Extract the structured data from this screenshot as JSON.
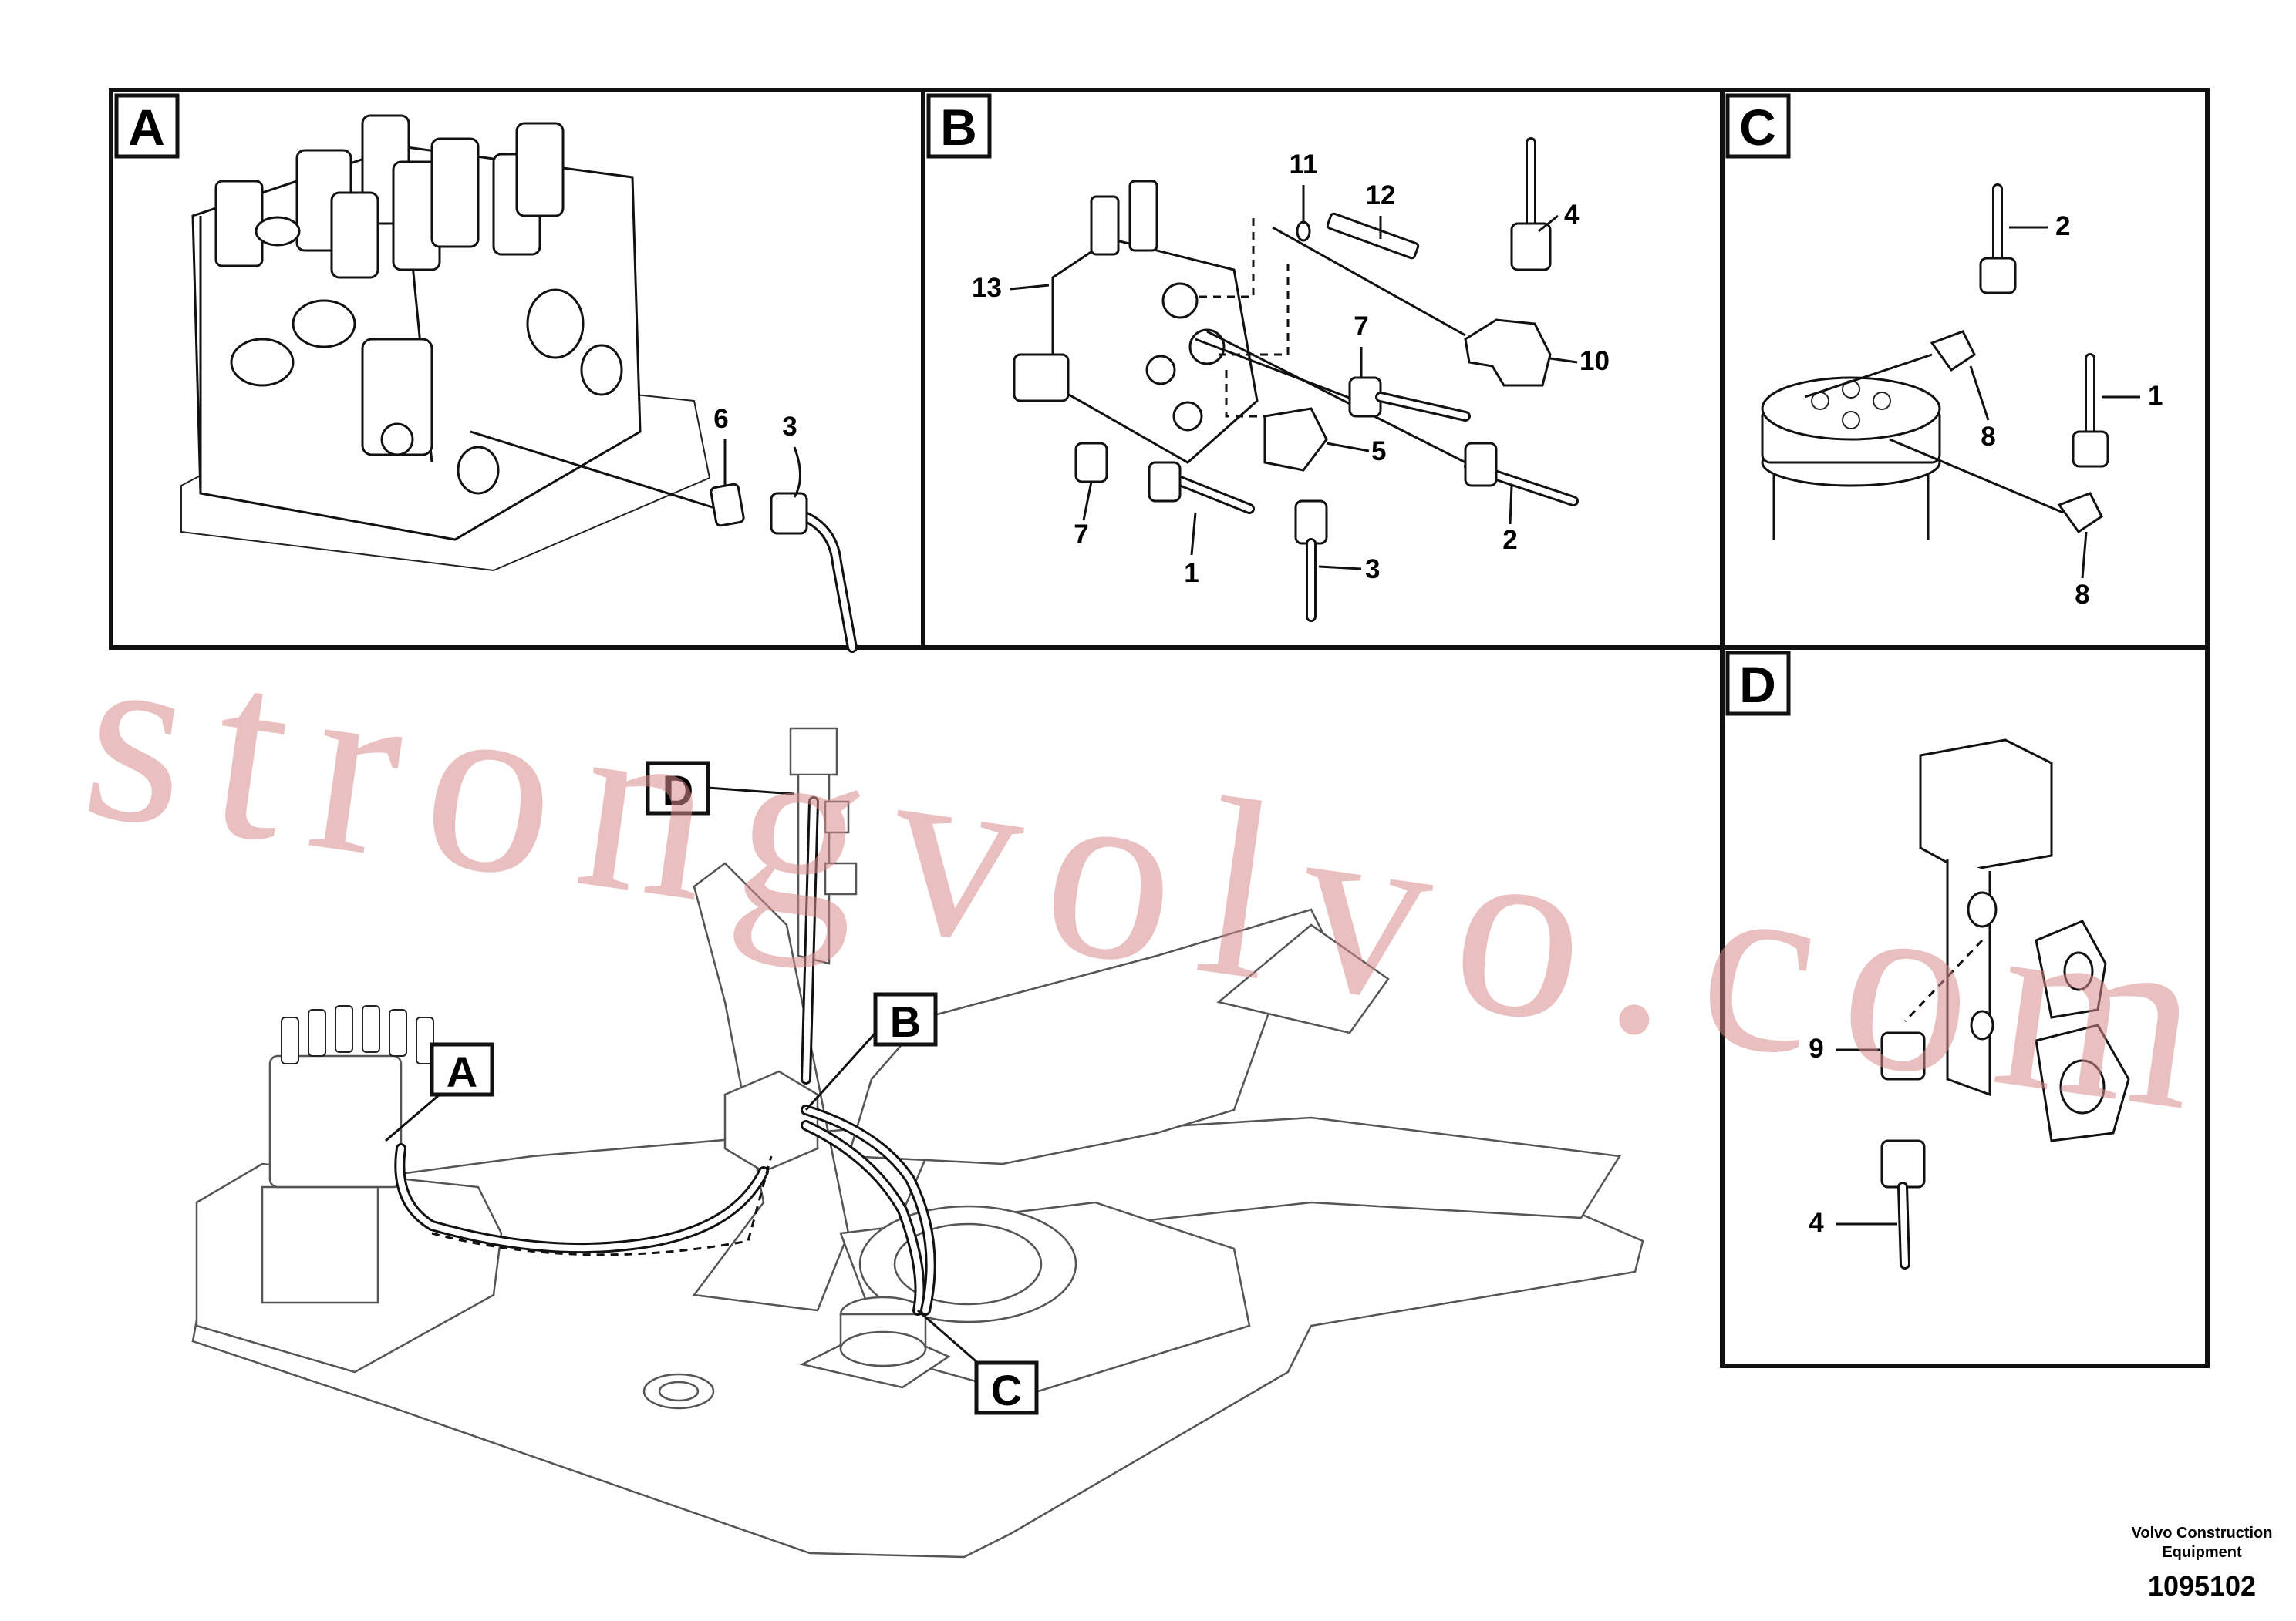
{
  "panels": [
    {
      "letter": "A",
      "callouts": [
        "6",
        "3"
      ]
    },
    {
      "letter": "B",
      "callouts": [
        "11",
        "12",
        "4",
        "13",
        "7",
        "10",
        "5",
        "7",
        "1",
        "3",
        "2"
      ]
    },
    {
      "letter": "C",
      "callouts": [
        "2",
        "1",
        "8",
        "8"
      ]
    },
    {
      "letter": "D",
      "callouts": [
        "9",
        "4"
      ]
    }
  ],
  "overview_labels": [
    "D",
    "B",
    "A",
    "C"
  ],
  "watermark": "strongvolvo.com",
  "footer": {
    "credit_line1": "Volvo Construction",
    "credit_line2": "Equipment",
    "drawing_number": "1095102"
  }
}
